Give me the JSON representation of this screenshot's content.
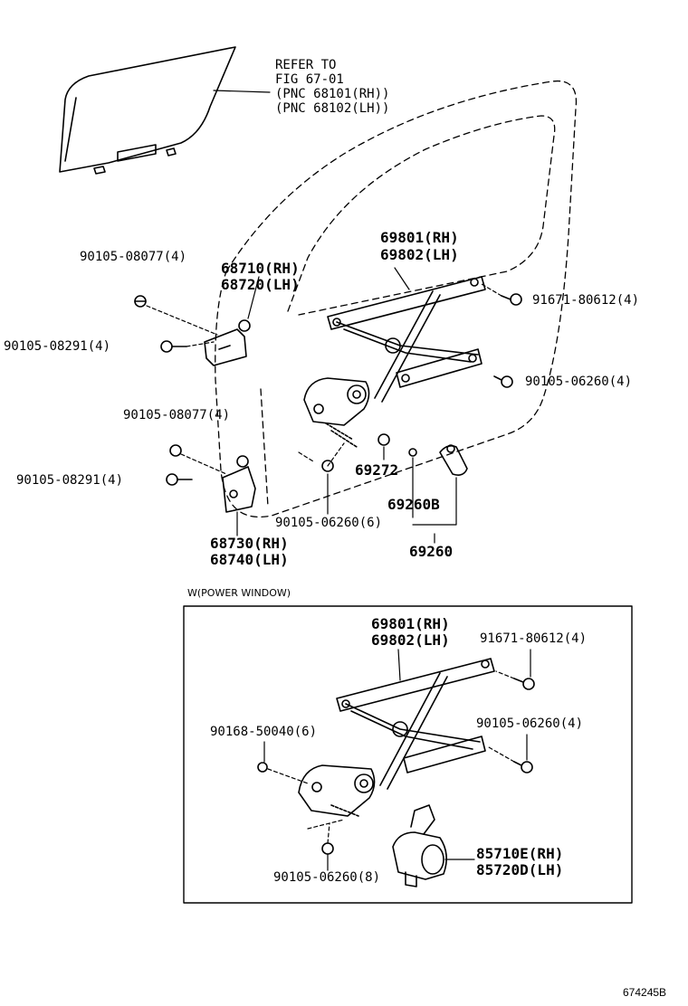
{
  "upper": {
    "refer": [
      "REFER TO",
      "FIG 67-01",
      "(PNC 68101(RH))",
      "(PNC 68102(LH))"
    ],
    "regulator": [
      "69801(RH)",
      "69802(LH)"
    ],
    "hinge_upper": [
      "68710(RH)",
      "68720(LH)"
    ],
    "hinge_lower": [
      "68730(RH)",
      "68740(LH)"
    ],
    "bolt_a": "90105-08077(4)",
    "bolt_b": "90105-08291(4)",
    "bolt_c": "90105-08077(4)",
    "bolt_d": "90105-08291(4)",
    "bolt_e": "91671-80612(4)",
    "bolt_f": "90105-06260(4)",
    "bolt_g": "90105-06260(6)",
    "part_69272": "69272",
    "part_69260b": "69260B",
    "part_69260": "69260"
  },
  "lower": {
    "title": "W(POWER WINDOW)",
    "regulator": [
      "69801(RH)",
      "69802(LH)"
    ],
    "bolt_a": "91671-80612(4)",
    "bolt_b": "90105-06260(4)",
    "bolt_c": "90168-50040(6)",
    "bolt_d": "90105-06260(8)",
    "motor": [
      "85710E(RH)",
      "85720D(LH)"
    ]
  },
  "figure_code": "674245B"
}
